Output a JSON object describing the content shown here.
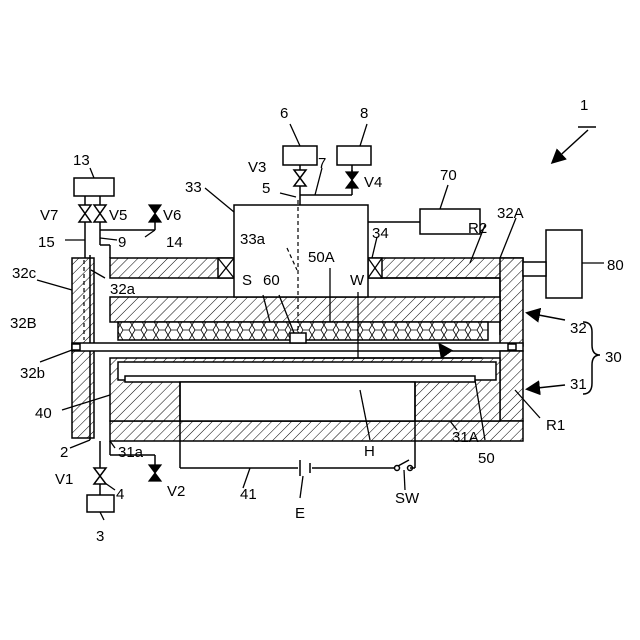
{
  "labels": {
    "apparatus": "1",
    "n2": "2",
    "n3": "3",
    "n4": "4",
    "n5": "5",
    "n6": "6",
    "n7": "7",
    "n8": "8",
    "n9": "9",
    "n13": "13",
    "n14": "14",
    "n15": "15",
    "n30": "30",
    "n31": "31",
    "n31A": "31A",
    "n31a": "31a",
    "n32": "32",
    "n32A": "32A",
    "n32B": "32B",
    "n32a": "32a",
    "n32b": "32b",
    "n32c": "32c",
    "n33": "33",
    "n33a": "33a",
    "n34": "34",
    "n40": "40",
    "n41": "41",
    "n50": "50",
    "n50A": "50A",
    "n60": "60",
    "n70": "70",
    "n80": "80",
    "R1": "R1",
    "R2": "R2",
    "S": "S",
    "W": "W",
    "H": "H",
    "E": "E",
    "SW": "SW",
    "V1": "V1",
    "V2": "V2",
    "V3": "V3",
    "V4": "V4",
    "V5": "V5",
    "V6": "V6",
    "V7": "V7"
  }
}
